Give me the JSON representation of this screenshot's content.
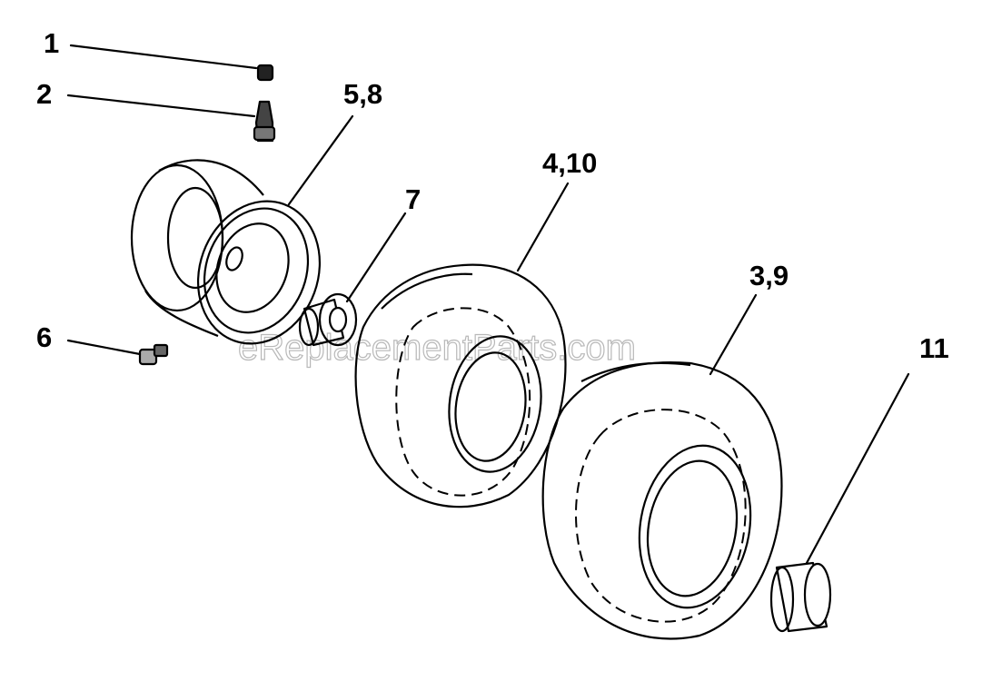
{
  "callouts": {
    "c1": "1",
    "c2": "2",
    "c58": "5,8",
    "c7": "7",
    "c410": "4,10",
    "c39": "3,9",
    "c6": "6",
    "c11": "11"
  },
  "watermark": "eReplacementParts.com"
}
